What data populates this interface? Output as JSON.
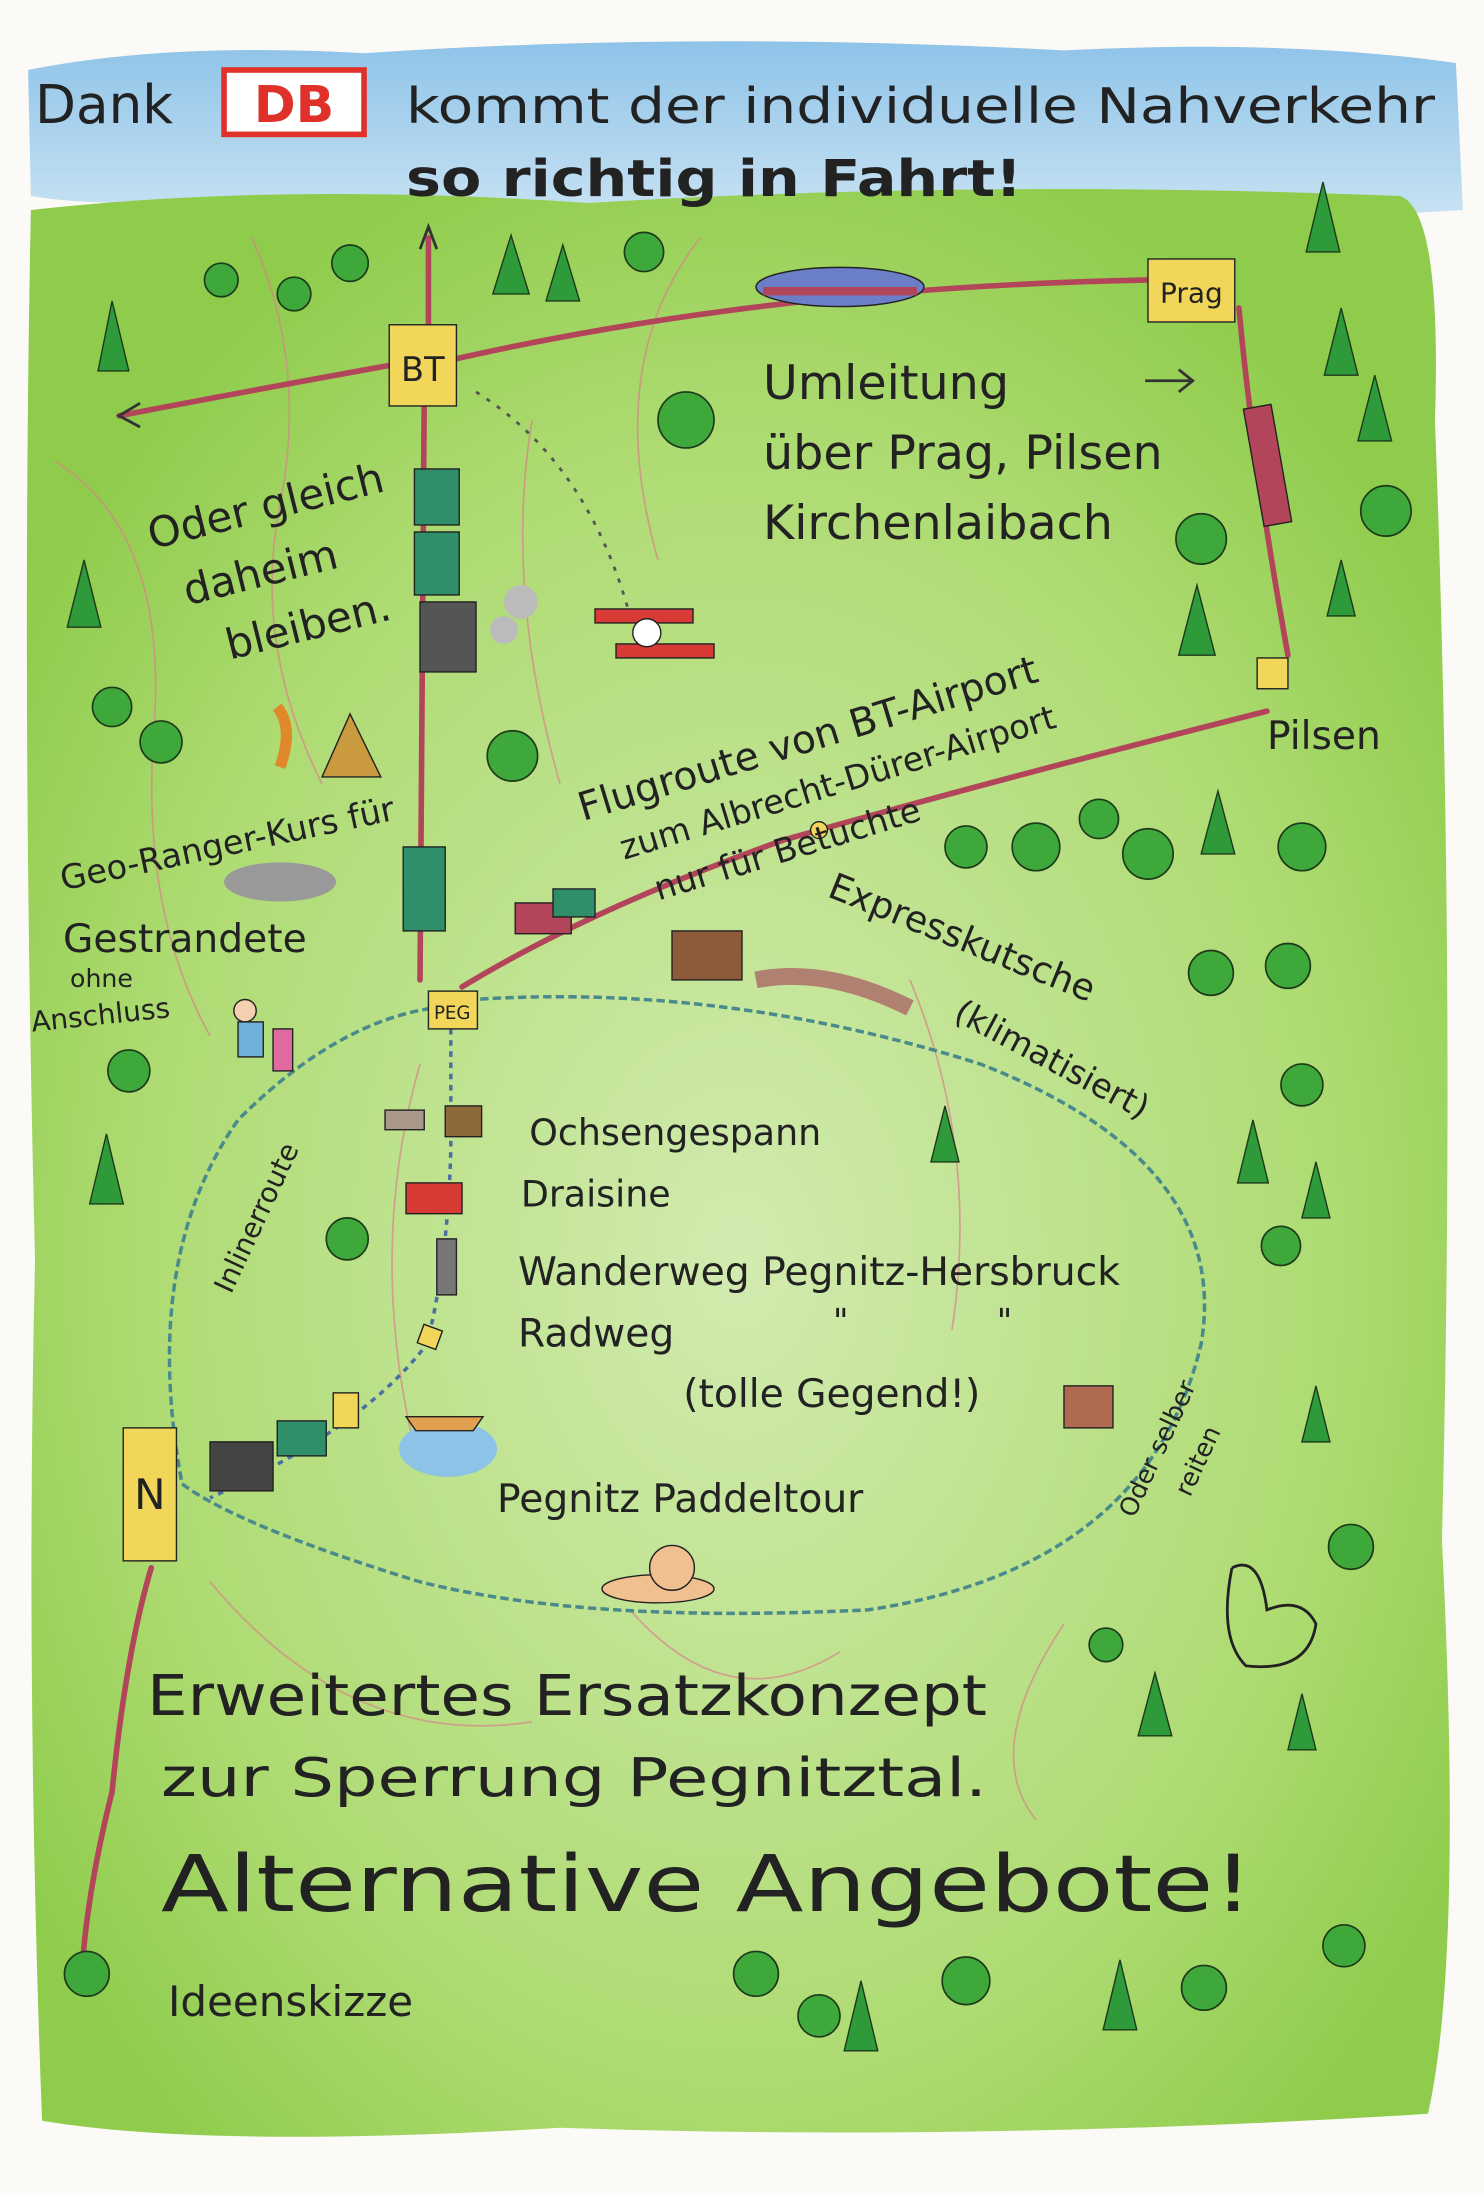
{
  "header": {
    "line1_prefix": "Dank",
    "logo": "DB",
    "line1_suffix": "kommt der individuelle Nahverkehr",
    "line2": "so richtig in Fahrt!"
  },
  "stations": {
    "bt": "BT",
    "prag": "Prag",
    "pilsen": "Pilsen",
    "peg": "PEG",
    "n": "N"
  },
  "labels": {
    "umleitung": [
      "Umleitung",
      "über Prag, Pilsen",
      "Kirchenlaibach"
    ],
    "daheim": [
      "Oder gleich",
      "daheim",
      "bleiben."
    ],
    "flugroute": [
      "Flugroute von BT-Airport",
      "zum Albrecht-Dürer-Airport",
      "nur für Betuchte"
    ],
    "georanger": [
      "Geo-Ranger-Kurs für",
      "Gestrandete",
      "ohne",
      "Anschluss"
    ],
    "expresskutsche": [
      "Expresskutsche",
      "(klimatisiert)"
    ],
    "inliner": "Inlinerroute",
    "ochsen": "Ochsengespann",
    "draisine": "Draisine",
    "wanderweg": "Wanderweg Pegnitz-Hersbruck",
    "radweg": "Radweg",
    "ditto1": "\"",
    "ditto2": "\"",
    "gegend": "(tolle Gegend!)",
    "paddeltour": "Pegnitz Paddeltour",
    "reiten": [
      "Oder selber",
      "reiten"
    ]
  },
  "footer": {
    "line1": "Erweitertes Ersatzkonzept",
    "line2": "zur Sperrung Pegnitztal.",
    "line3": "Alternative Angebote!",
    "line4": "Ideenskizze"
  },
  "colors": {
    "sky": "#7fb8e0",
    "meadow": "#a8d86a",
    "meadow_light": "#c8e89a",
    "rail": "#b2455a",
    "station": "#f2d65a",
    "db_red": "#e0302a",
    "loop": "#4a8a8a"
  }
}
